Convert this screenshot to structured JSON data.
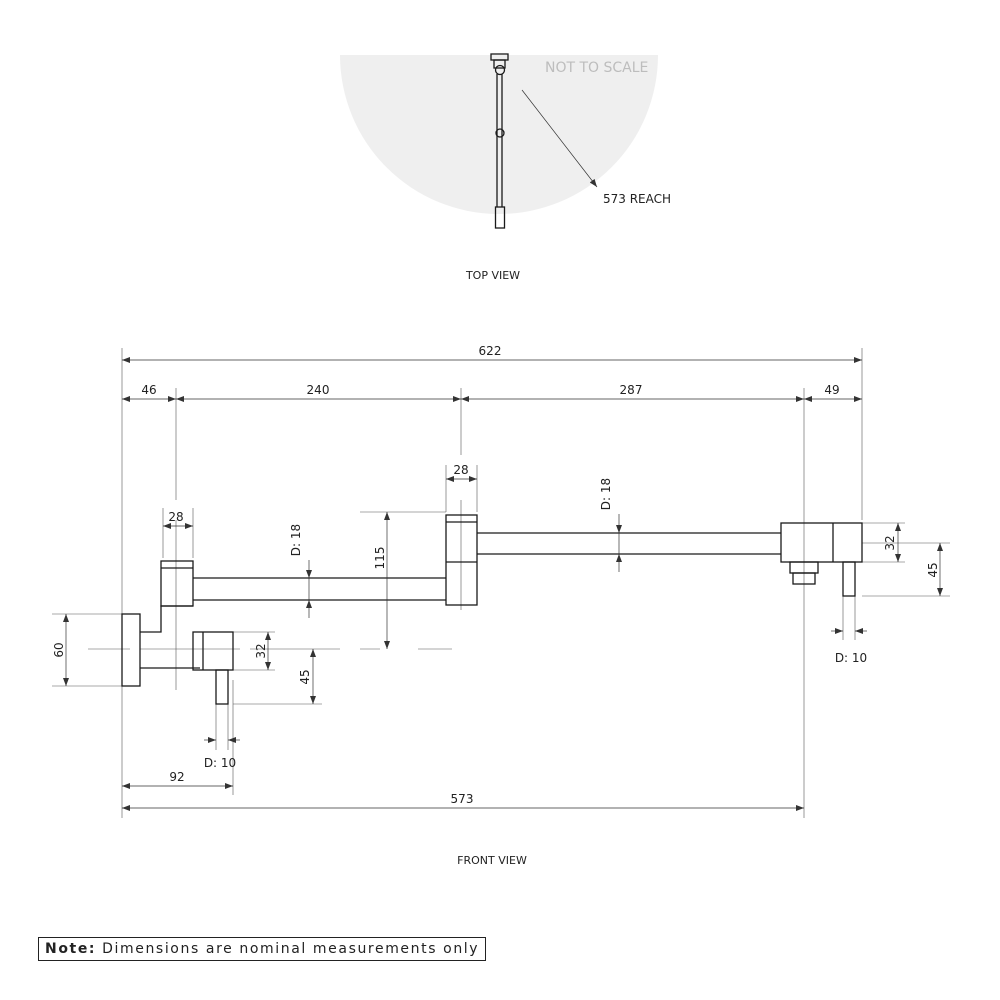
{
  "top_view": {
    "not_to_scale": "NOT TO SCALE",
    "reach_label": "573 REACH",
    "caption": "TOP VIEW"
  },
  "front_view": {
    "caption": "FRONT VIEW",
    "dims": {
      "overall": "622",
      "seg_46": "46",
      "seg_240": "240",
      "seg_287": "287",
      "seg_49": "49",
      "w28_left": "28",
      "w28_mid": "28",
      "d18_left": "D: 18",
      "d18_right": "D: 18",
      "h115": "115",
      "h60": "60",
      "h32_left": "32",
      "h45_left": "45",
      "h32_right": "32",
      "h45_right": "45",
      "d10_left": "D: 10",
      "d10_right": "D: 10",
      "w92": "92",
      "w573": "573"
    }
  },
  "note": {
    "label": "Note:",
    "text": "Dimensions are nominal measurements only"
  }
}
